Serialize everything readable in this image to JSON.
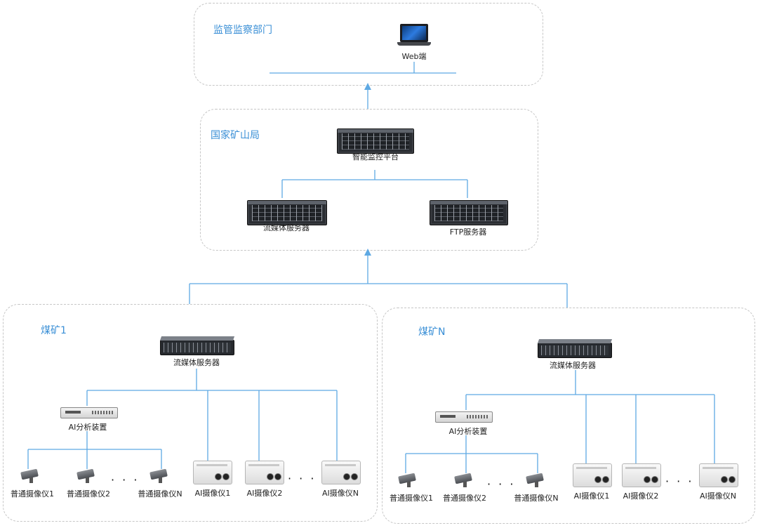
{
  "regions": {
    "supervision": {
      "title": "监管监察部门",
      "device": "Web端"
    },
    "bureau": {
      "title": "国家矿山局",
      "platform": "智能监控平台",
      "media_server": "流媒体服务器",
      "ftp_server": "FTP服务器"
    },
    "mine1": {
      "title": "煤矿1",
      "media_server": "流媒体服务器",
      "analyzer": "AI分析装置",
      "cameras": [
        "普通摄像仪1",
        "普通摄像仪2",
        "普通摄像仪N"
      ],
      "ai_cameras": [
        "AI摄像仪1",
        "AI摄像仪2",
        "AI摄像仪N"
      ],
      "dots": "· · ·"
    },
    "mineN": {
      "title": "煤矿N",
      "media_server": "流媒体服务器",
      "analyzer": "AI分析装置",
      "cameras": [
        "普通摄像仪1",
        "普通摄像仪2",
        "普通摄像仪N"
      ],
      "ai_cameras": [
        "AI摄像仪1",
        "AI摄像仪2",
        "AI摄像仪N"
      ],
      "dots": "· · ·"
    }
  },
  "icons": [
    "laptop-icon",
    "storage-server-icon",
    "rack-server-icon",
    "ai-analyzer-icon",
    "camera-icon",
    "ai-camera-icon",
    "arrow-up-icon"
  ],
  "colors": {
    "line": "#5ea9e3",
    "title": "#3a8fd6",
    "border": "#c6c6c6"
  }
}
